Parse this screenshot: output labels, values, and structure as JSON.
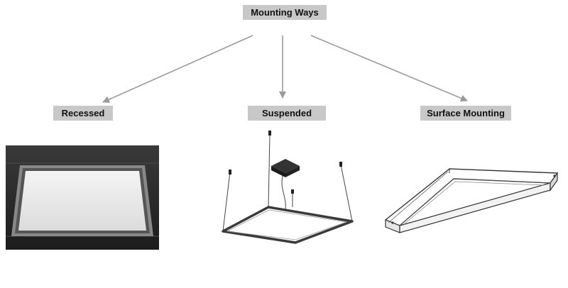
{
  "title": "Mounting Ways",
  "methods": [
    {
      "label": "Recessed",
      "image_icon": "recessed-panel-image"
    },
    {
      "label": "Suspended",
      "image_icon": "suspended-panel-image"
    },
    {
      "label": "Surface Mounting",
      "image_icon": "surface-mount-panel-image"
    }
  ],
  "colors": {
    "label_bg": "#c8c8c8",
    "arrow": "#9a9a9a",
    "ceiling": "#2a2a2a",
    "panel_frame": "#4a4a4a"
  }
}
